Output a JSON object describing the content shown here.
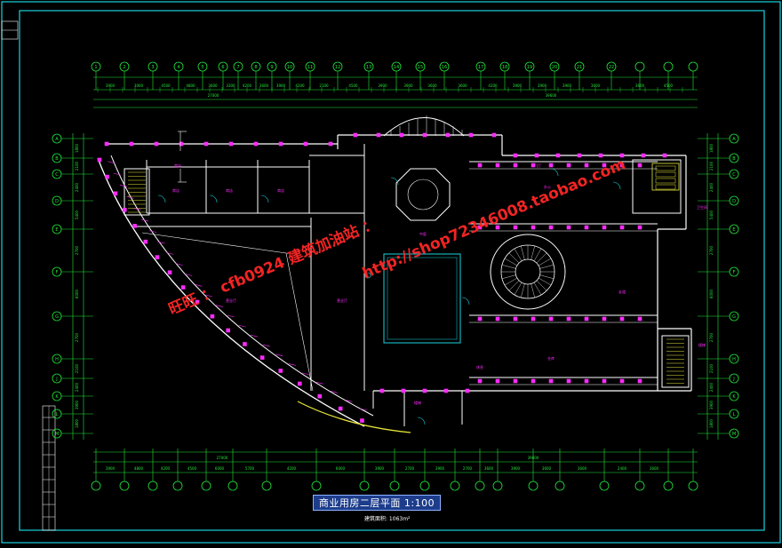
{
  "drawing": {
    "title": "商业用房二层平面 1:100",
    "area_note": "建筑面积: 1063m²",
    "watermark_left": "旺旺 ： cfb0924 建筑加油站 ：",
    "watermark_right": "http://shop72346008.taobao.com"
  },
  "colors": {
    "frame": "#19d3e0",
    "axis": "#22e83a",
    "wall": "#ffffff",
    "column": "#ff2cff",
    "accent": "#19d3e0",
    "yellow": "#e8e83a",
    "watermark": "#ff2626"
  },
  "grid": {
    "top_labels": [
      "1",
      "2",
      "3",
      "4",
      "5",
      "6",
      "7",
      "8",
      "9",
      "10",
      "11",
      "12",
      "13",
      "14",
      "15",
      "16",
      "17",
      "18",
      "19",
      "20",
      "21",
      "22"
    ],
    "side_labels": [
      "A",
      "B",
      "C",
      "D",
      "E",
      "F",
      "G",
      "H",
      "J",
      "K",
      "L",
      "M"
    ],
    "top_dims": [
      "3900",
      "3000",
      "4500",
      "4800",
      "3600",
      "3300",
      "4200",
      "3600",
      "3900",
      "4200",
      "2100",
      "4500",
      "3900",
      "3900",
      "3600",
      "3600",
      "4200",
      "3900",
      "3900",
      "3900",
      "3600"
    ],
    "bottom_dims": [
      "3900",
      "4800",
      "4200",
      "4500",
      "6000",
      "5700",
      "4200",
      "6000",
      "3900",
      "2700",
      "3900",
      "2700",
      "3600",
      "3900",
      "3600",
      "3600",
      "2400",
      "3600"
    ],
    "side_dims": [
      "1800",
      "2100",
      "2400",
      "5400",
      "2700",
      "6000",
      "2700",
      "2100",
      "2400",
      "3900",
      "1800"
    ]
  },
  "rooms": [
    "商店",
    "商店",
    "商店",
    "商店",
    "营业厅",
    "营业厅",
    "中庭",
    "办公",
    "卫生间",
    "楼梯",
    "楼梯",
    "仓库",
    "门厅",
    "休息",
    "走道"
  ]
}
